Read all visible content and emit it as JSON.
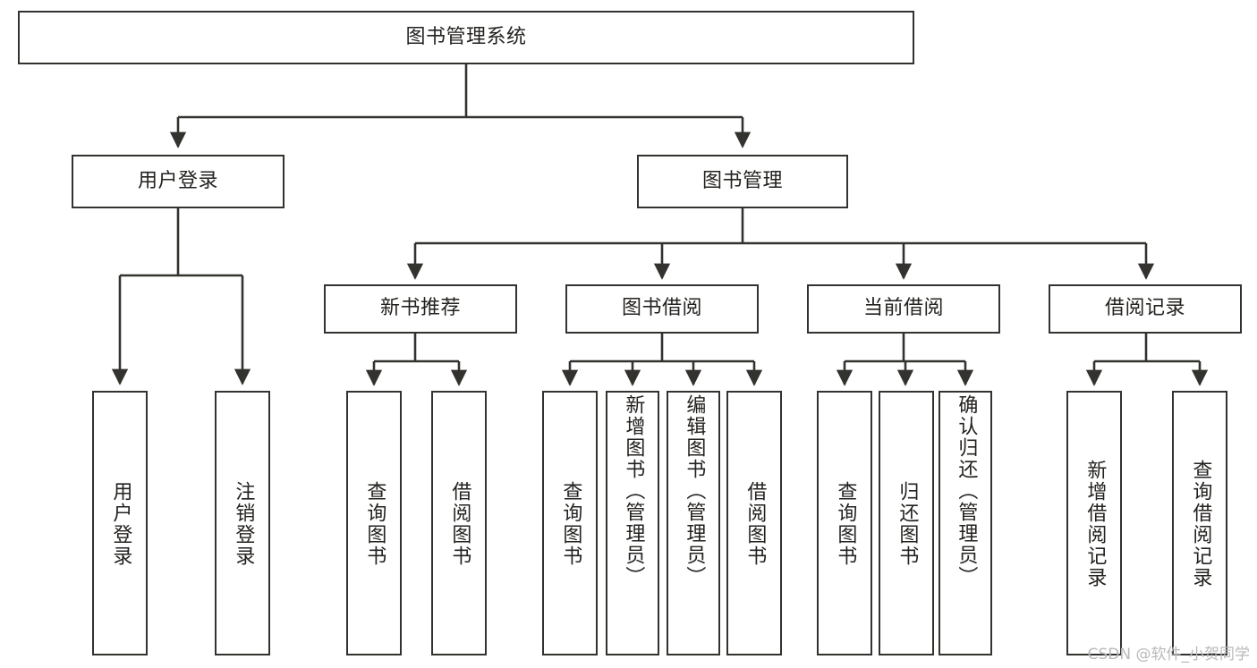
{
  "diagram": {
    "type": "tree-hierarchy",
    "title": "图书管理系统",
    "orientation": "top-down",
    "stroke_color": "#33322f",
    "fill_color": "#ffffff",
    "text_color": "#24221f",
    "levels": 4
  },
  "nodes": {
    "root": {
      "label": "图书管理系统",
      "level": 1,
      "text_direction": "horizontal"
    },
    "level2": [
      {
        "label": "用户登录",
        "text_direction": "horizontal"
      },
      {
        "label": "图书管理",
        "text_direction": "horizontal"
      }
    ],
    "level3": [
      {
        "label": "新书推荐",
        "text_direction": "horizontal"
      },
      {
        "label": "图书借阅",
        "text_direction": "horizontal"
      },
      {
        "label": "当前借阅",
        "text_direction": "horizontal"
      },
      {
        "label": "借阅记录",
        "text_direction": "horizontal"
      }
    ],
    "leaves_user_login": [
      {
        "label": "用户登录",
        "text_direction": "vertical"
      },
      {
        "label": "注销登录",
        "text_direction": "vertical"
      }
    ],
    "leaves_new_book": [
      {
        "label": "查询图书",
        "text_direction": "vertical"
      },
      {
        "label": "借阅图书",
        "text_direction": "vertical"
      }
    ],
    "leaves_borrow": [
      {
        "label": "查询图书",
        "text_direction": "vertical"
      },
      {
        "label": "新增图书（管理员）",
        "text_direction": "vertical"
      },
      {
        "label": "编辑图书（管理员）",
        "text_direction": "vertical"
      },
      {
        "label": "借阅图书",
        "text_direction": "vertical"
      }
    ],
    "leaves_current": [
      {
        "label": "查询图书",
        "text_direction": "vertical"
      },
      {
        "label": "归还图书",
        "text_direction": "vertical"
      },
      {
        "label": "确认归还（管理员）",
        "text_direction": "vertical"
      }
    ],
    "leaves_records": [
      {
        "label": "新增借阅记录",
        "text_direction": "vertical"
      },
      {
        "label": "查询借阅记录",
        "text_direction": "vertical"
      }
    ]
  },
  "watermark": {
    "text": "CSDN @软件_小贺同学"
  }
}
